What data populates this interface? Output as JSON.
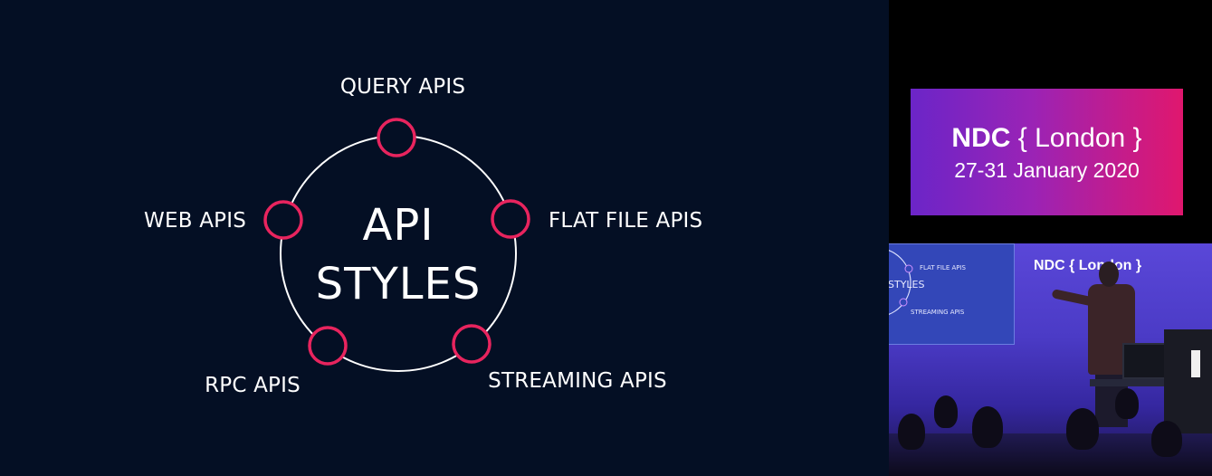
{
  "diagram": {
    "center_label_line1": "API",
    "center_label_line2": "STYLES",
    "nodes": [
      {
        "label": "QUERY APIS"
      },
      {
        "label": "FLAT FILE APIS"
      },
      {
        "label": "STREAMING APIS"
      },
      {
        "label": "RPC APIS"
      },
      {
        "label": "WEB APIS"
      }
    ],
    "colors": {
      "background": "#040f24",
      "circle_stroke": "#ffffff",
      "node_stroke": "#e8245e",
      "text": "#ffffff"
    }
  },
  "conference_banner": {
    "name": "NDC",
    "city": "{ London }",
    "dates": "27-31 January 2020",
    "gradient_colors": [
      "#6b25c8",
      "#e0176e"
    ]
  },
  "video_feed": {
    "screen_label_1": "FLAT FILE APIS",
    "screen_label_2": "STREAMING APIS",
    "screen_label_3": "STYLES",
    "stage_logo": "NDC { London }"
  }
}
